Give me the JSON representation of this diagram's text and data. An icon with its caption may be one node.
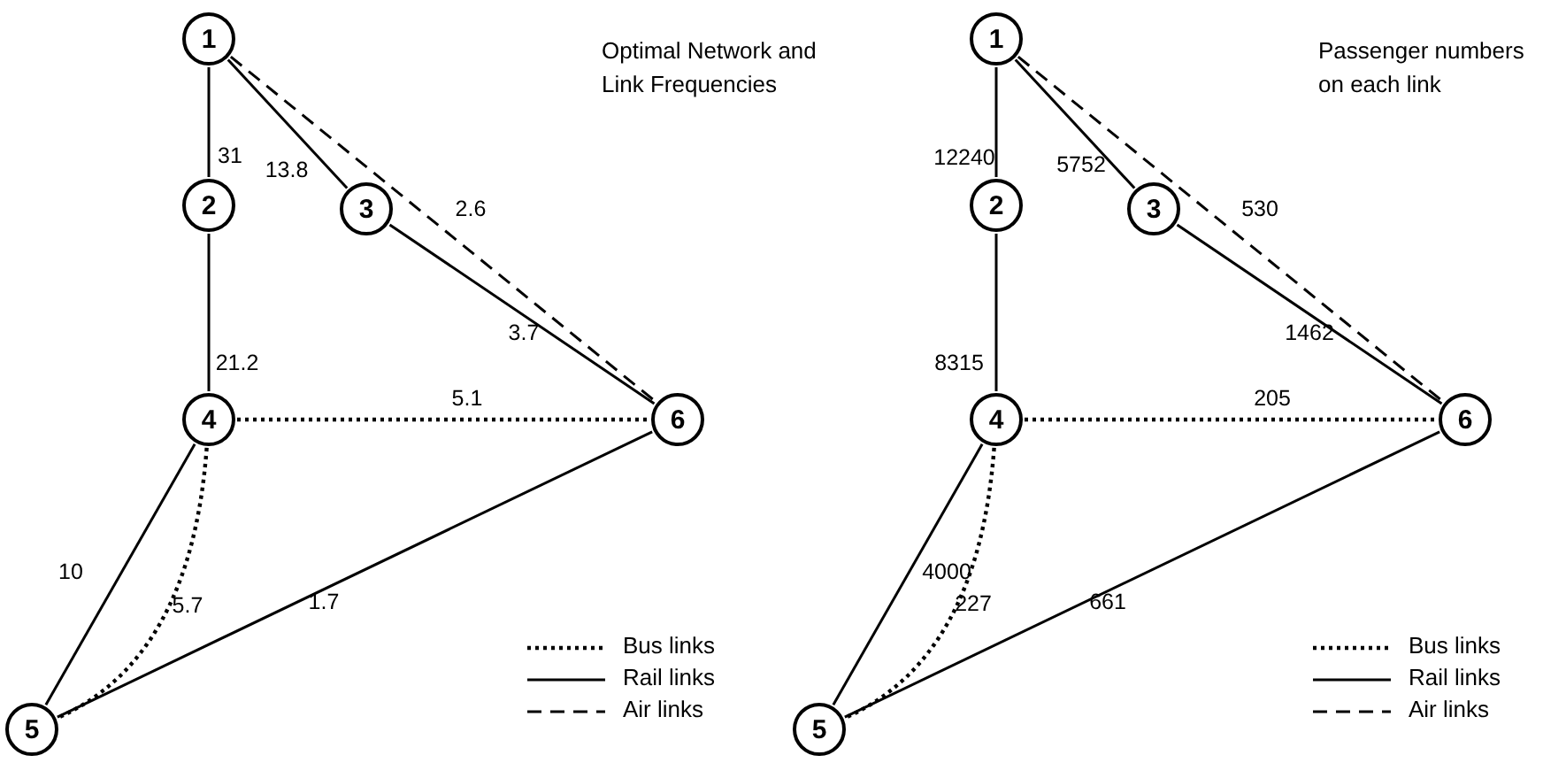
{
  "diagram": {
    "nodes": [
      {
        "text": [
          "1"
        ]
      },
      {
        "text": [
          "2"
        ]
      },
      {
        "text": [
          "3"
        ]
      },
      {
        "text": [
          "4"
        ]
      },
      {
        "text": [
          "5"
        ]
      },
      {
        "text": [
          "6"
        ]
      },
      {
        "text": [
          "1"
        ]
      },
      {
        "text": [
          "2"
        ]
      },
      {
        "text": [
          "3"
        ]
      },
      {
        "text": [
          "4"
        ]
      },
      {
        "text": [
          "5"
        ]
      },
      {
        "text": [
          "6"
        ]
      }
    ],
    "edges": [
      {
        "from": 0,
        "to": 1,
        "arrow": "none",
        "label": "31"
      },
      {
        "from": 0,
        "to": 2,
        "arrow": "none",
        "label": "13.8"
      },
      {
        "from": 0,
        "to": 5,
        "arrow": "none",
        "label": "2.6",
        "style": "dashed"
      },
      {
        "from": 2,
        "to": 5,
        "arrow": "none",
        "label": "3.7"
      },
      {
        "from": 1,
        "to": 3,
        "arrow": "none",
        "label": "21.2"
      },
      {
        "from": 3,
        "to": 5,
        "arrow": "none",
        "label": "5.1",
        "style": "dashed"
      },
      {
        "from": 3,
        "to": 4,
        "arrow": "none",
        "label": "10"
      },
      {
        "from": 3,
        "to": 4,
        "arrow": "none",
        "label": "5.7",
        "style": "dashed"
      },
      {
        "from": 4,
        "to": 5,
        "arrow": "none",
        "label": "1.7"
      },
      {
        "from": 6,
        "to": 7,
        "arrow": "none",
        "label": "12240"
      },
      {
        "from": 6,
        "to": 8,
        "arrow": "none",
        "label": "5752"
      },
      {
        "from": 6,
        "to": 11,
        "arrow": "none",
        "label": "530",
        "style": "dashed"
      },
      {
        "from": 8,
        "to": 11,
        "arrow": "none",
        "label": "1462"
      },
      {
        "from": 7,
        "to": 9,
        "arrow": "none",
        "label": "8315"
      },
      {
        "from": 9,
        "to": 11,
        "arrow": "none",
        "label": "205",
        "style": "dashed"
      },
      {
        "from": 9,
        "to": 10,
        "arrow": "none",
        "label": "4000"
      },
      {
        "from": 9,
        "to": 10,
        "arrow": "none",
        "label": "227",
        "style": "dashed"
      },
      {
        "from": 10,
        "to": 11,
        "arrow": "none",
        "label": "661"
      }
    ],
    "labels": [
      "Optimal Network and Link Frequencies",
      "Passenger numbers on each link"
    ],
    "legend": [
      {
        "text": "Bus links"
      },
      {
        "text": "Rail links"
      },
      {
        "text": "Air links"
      },
      {
        "text": "Bus links"
      },
      {
        "text": "Rail links"
      },
      {
        "text": "Air links"
      }
    ]
  }
}
